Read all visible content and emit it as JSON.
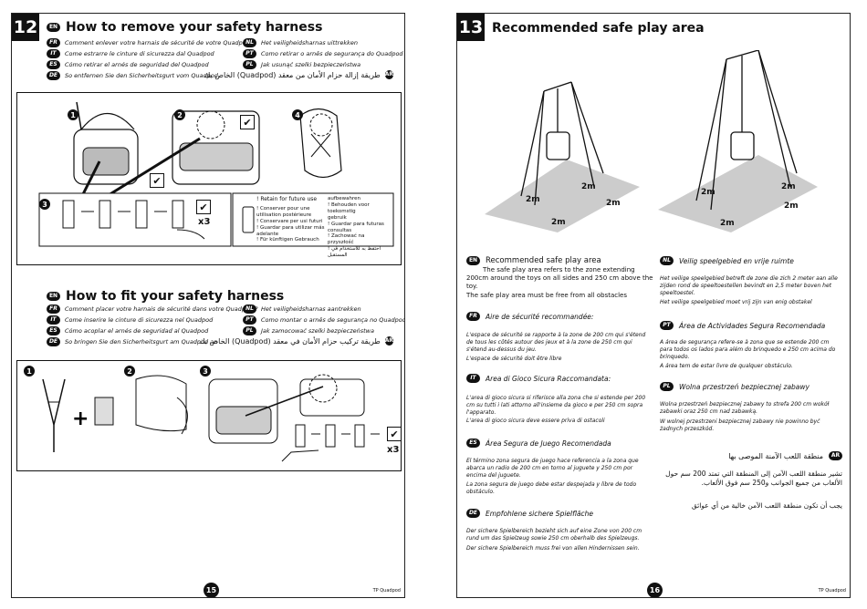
{
  "left_page": {
    "page_badge": "12",
    "title_lang": "EN",
    "title": "How to remove your safety harness",
    "remove_translations": [
      {
        "code": "FR",
        "text": "Comment enlever votre harnais de sécurité de votre Quadpod ?"
      },
      {
        "code": "IT",
        "text": "Come estrarre le cinture di sicurezza dal Quadpod"
      },
      {
        "code": "ES",
        "text": "Cómo retirar el arnés de seguridad del Quadpod"
      },
      {
        "code": "DE",
        "text": "So entfernen Sie den Sicherheitsgurt vom Quadpod"
      },
      {
        "code": "NL",
        "text": "Het veiligheidsharnas uittrekken"
      },
      {
        "code": "PT",
        "text": "Como retirar o arnês de segurança do Quadpod"
      },
      {
        "code": "PL",
        "text": "Jak usunąć szelki bezpieczeństwa"
      },
      {
        "code": "AR",
        "text": "طريقة إزالة حزام الأمان من معقد (Quadpod) الخاص بك"
      }
    ],
    "steps_remove": [
      "1",
      "2",
      "3",
      "4"
    ],
    "x3_label": "x3",
    "retain_title": "! Retain for future use",
    "retain_col1": "! Conserver pour une\nutilisation postérieure\n! Conservare per usi futuri\n! Guardar para utilizar más\nadelante\n! Für künftigen Gebrauch",
    "retain_col2_head": "aufbewahren",
    "retain_col2": "! Behouden voor toekomstig\ngebruik\n! Guardar para futuras\nconsultas\n! Zachować na przyszłość\n! احتفظ به للاستخدام في المستقبل",
    "fit_title_lang": "EN",
    "fit_title": "How to fit your safety harness",
    "fit_translations": [
      {
        "code": "FR",
        "text": "Comment placer votre harnais de sécurité dans votre Quadpod ?"
      },
      {
        "code": "IT",
        "text": "Come inserire le cinture di sicurezza nel Quadpod"
      },
      {
        "code": "ES",
        "text": "Cómo acoplar el arnés de seguridad al Quadpod"
      },
      {
        "code": "DE",
        "text": "So bringen Sie den Sicherheitsgurt am Quadpod an"
      },
      {
        "code": "NL",
        "text": "Het veiligheidsharnas aantrekken"
      },
      {
        "code": "PT",
        "text": "Como montar o arnês de segurança no Quadpod"
      },
      {
        "code": "PL",
        "text": "Jak zamocować szelki bezpieczeństwa"
      },
      {
        "code": "AR",
        "text": "طريقة تركيب حزام الأمان في معقد (Quadpod) الخاص بك"
      }
    ],
    "steps_fit": [
      "1",
      "2",
      "3"
    ],
    "x3_fit": "x3",
    "footer_brand": "TP Quadpod",
    "page_number": "15"
  },
  "right_page": {
    "page_badge": "13",
    "title": "Recommended safe play area",
    "dims": [
      "2m",
      "2m",
      "2m",
      "2m",
      "2m",
      "2m",
      "2m",
      "2m"
    ],
    "en": {
      "code": "EN",
      "head": "Recommended safe play area",
      "p1": "The safe play area refers to the zone extending 200cm around the toys on all sides and 250 cm above the toy.",
      "p2": "The safe play area must be free from all obstacles"
    },
    "fr": {
      "code": "FR",
      "head": "Aire de sécurité recommandée:",
      "p1": "L'espace de sécurité se rapporte à la zone de 200 cm qui s'étend de tous les côtés autour des jeux et à la zone de 250 cm qui s'étend au-dessus du jeu.",
      "p2": "L'espace de sécurité doit être libre"
    },
    "it": {
      "code": "IT",
      "head": "Area di Gioco Sicura Raccomandata:",
      "p1": "L'area di gioco sicura si riferisce alla zona che si estende per 200 cm su tutti i lati attorno all'insieme da gioco e per 250 cm sopra l'apparato.",
      "p2": "L'area di gioco sicura deve essere priva di ostacoli"
    },
    "es": {
      "code": "ES",
      "head": "Área Segura de Juego Recomendada",
      "p1": "El término zona segura de juego hace referencia a la zona que abarca un radio de 200 cm en torno al juguete y 250 cm por encima del juguete.",
      "p2": "La zona segura de juego debe estar despejada y libre de todo obstáculo."
    },
    "de": {
      "code": "DE",
      "head": "Empfohlene sichere Spielfläche",
      "p1": "Der sichere Spielbereich bezieht sich auf eine Zone von 200 cm rund um das Spielzeug sowie 250 cm oberhalb des Spielzeugs.",
      "p2": "Der sichere Spielbereich muss frei von allen Hindernissen sein."
    },
    "nl": {
      "code": "NL",
      "head": "Veilig speelgebied en vrije ruimte",
      "p1": "Het veilige speelgebied betreft de zone die zich 2 meter aan alle zijden rond de speeltoestellen bevindt en 2,5 meter boven het speeltoestel.",
      "p2": "Het veilige speelgebied moet vrij zijn van enig obstakel"
    },
    "pt": {
      "code": "PT",
      "head": "Área de Actividades Segura Recomendada",
      "p1": "A área de segurança refere-se à zona que se estende 200 cm para todos os lados para além do brinquedo e 250 cm acima do brinquedo.",
      "p2": "A área tem de estar livre de qualquer obstáculo."
    },
    "pl": {
      "code": "PL",
      "head": "Wolna przestrzeń bezpiecznej zabawy",
      "p1": "Wolna przestrzeń bezpiecznej zabawy to strefa 200 cm wokół zabawki oraz 250 cm nad zabawką.",
      "p2": "W wolnej przestrzeni bezpiecznej zabawy nie powinno być żadnych przeszkód."
    },
    "ar": {
      "code": "AR",
      "head": "منطقة اللعب الآمنة الموصى بها",
      "p1": "تشير منطقة اللعب الآمن إلى المنطقة التي تمتد 200 سم حول الألعاب من جميع الجوانب و250 سم فوق الألعاب.",
      "p2": "يجب أن تكون منطقة اللعب الآمن خالية من أي عوائق"
    },
    "footer_brand": "TP Quadpod",
    "page_number": "16"
  }
}
